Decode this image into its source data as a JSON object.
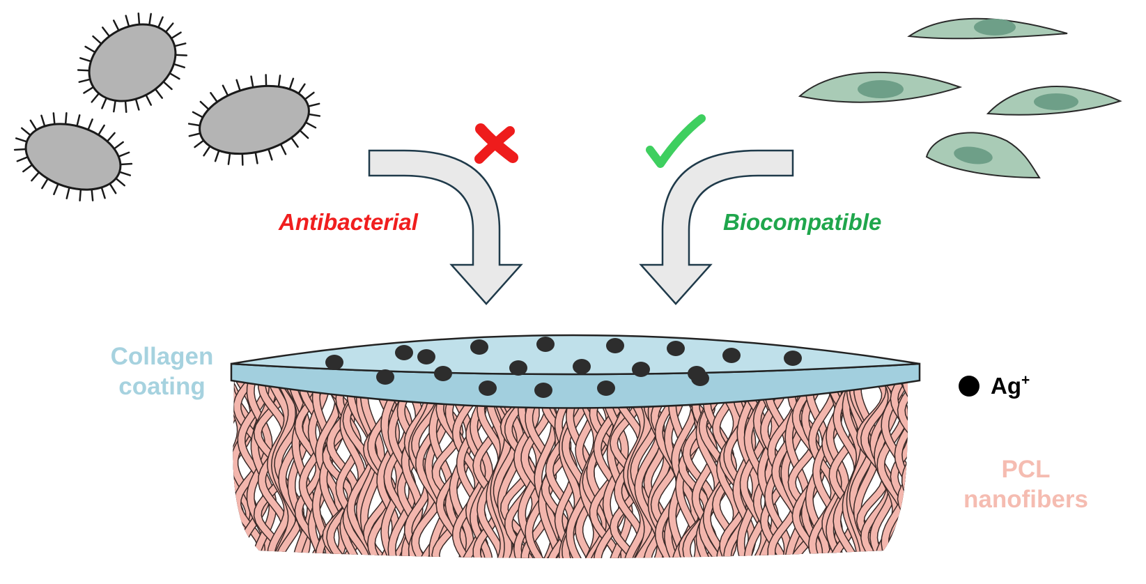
{
  "labels": {
    "antibacterial": "Antibacterial",
    "biocompatible": "Biocompatible",
    "collagen_line1": "Collagen",
    "collagen_line2": "coating",
    "pcl_line1": "PCL",
    "pcl_line2": "nanofibers",
    "ag_symbol": "Ag",
    "ag_charge": "+"
  },
  "icons": {
    "bacteria": "bacterium-icon",
    "cells": "cell-icon",
    "rejected": "cross-mark-icon",
    "accepted": "check-mark-icon",
    "silver_ion": "silver-ion-dot-icon"
  },
  "colors": {
    "antibacterial_text": "#f01e1e",
    "biocompatible_text": "#1fa64c",
    "collagen_text": "#a6d2df",
    "pcl_text": "#f5bcb1",
    "collagen_fill": "#bfe0ea",
    "fiber_fill": "#f3b6ad",
    "cell_fill": "#a9cbb6",
    "nucleus_fill": "#6e9f88",
    "bacteria_fill": "#b4b4b4",
    "arrow_fill": "#e9e9e9",
    "ion_fill": "#2d2d2d"
  },
  "counts": {
    "bacteria": 3,
    "cells": 4,
    "silver_ions_on_coating": 19
  }
}
